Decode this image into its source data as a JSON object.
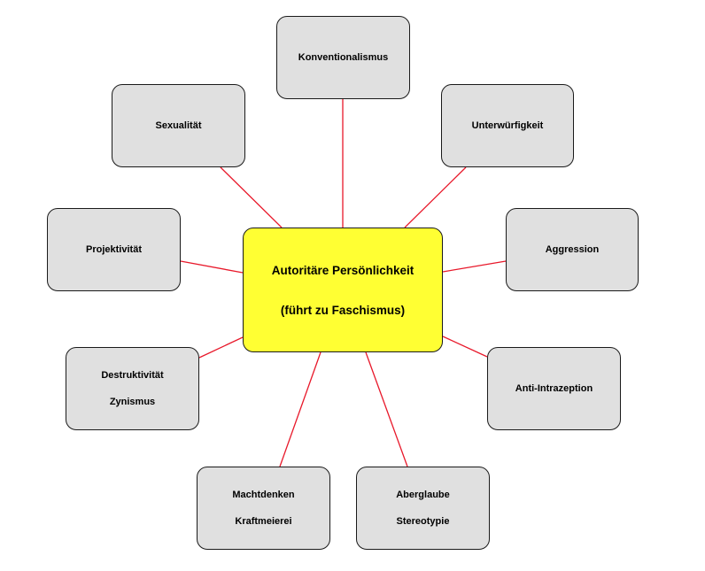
{
  "colors": {
    "connector": "#e8182a",
    "center_fill": "#ffff33",
    "node_fill": "#e0e0e0",
    "border": "#1a1a1a"
  },
  "center": {
    "line1": "Autoritäre Persönlichkeit",
    "line2": "(führt zu Faschismus)"
  },
  "nodes": {
    "konventionalismus": {
      "line1": "Konventionalismus"
    },
    "sexualitaet": {
      "line1": "Sexualität"
    },
    "unterwuerfigkeit": {
      "line1": "Unterwürfigkeit"
    },
    "projektivitaet": {
      "line1": "Projektivität"
    },
    "aggression": {
      "line1": "Aggression"
    },
    "destruktivitaet": {
      "line1": "Destruktivität",
      "line2": "Zynismus"
    },
    "anti_intrazeption": {
      "line1": "Anti-Intrazeption"
    },
    "machtdenken": {
      "line1": "Machtdenken",
      "line2": "Kraftmeierei"
    },
    "aberglaube": {
      "line1": "Aberglaube",
      "line2": "Stereotypie"
    }
  }
}
